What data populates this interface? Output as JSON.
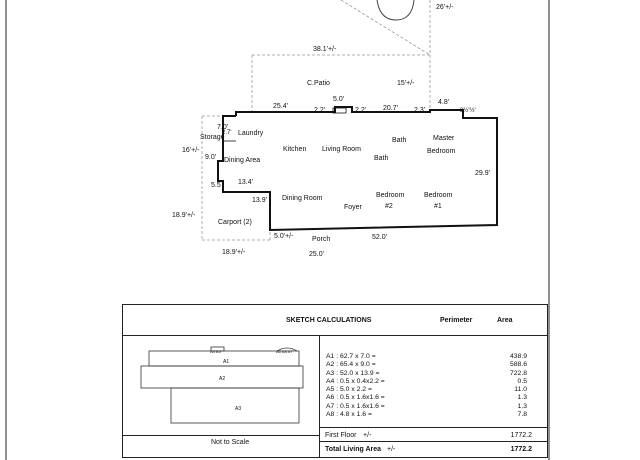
{
  "plan": {
    "dim_top_right": "26'+/-",
    "dim_overall": "38.1'+/-",
    "room_patio": "C.Patio",
    "dim_patio_side": "15'+/-",
    "dim_5_0": "5.0'",
    "dim_25_4": "25.4'",
    "dim_2_2a": "2.2'",
    "dim_2_2b": "2.2'",
    "dim_20_7": "20.7'",
    "dim_2_3": "2.3'",
    "dim_4_8": "4.8'",
    "dim_3_frac": "3½'½'",
    "dim_7_0": "7.0'",
    "dim_2_7": "2.7'",
    "room_storage": "Storage",
    "room_laundry": "Laundry",
    "dim_16": "16'+/-",
    "dim_9_0": "9.0'",
    "room_dining_area": "Dining Area",
    "room_kitchen": "Kitchen",
    "room_living": "Living Room",
    "room_bath1": "Bath",
    "room_bath2": "Bath",
    "room_master1": "Master",
    "room_master2": "Bedroom",
    "dim_29_9": "29.9'",
    "dim_5_5": "5.5",
    "dim_13_4": "13.4'",
    "dim_13_9": "13.9'",
    "room_dining_room": "Dining Room",
    "room_foyer": "Foyer",
    "room_bed2a": "Bedroom",
    "room_bed2b": "#2",
    "room_bed1a": "Bedroom",
    "room_bed1b": "#1",
    "dim_18_9_side": "18.9'+/-",
    "room_carport": "Carport (2)",
    "dim_5_0_pm": "5.0'+/-",
    "room_porch": "Porch",
    "dim_52_0": "52.0'",
    "dim_18_9_bottom": "18.9'+/-",
    "dim_25_0": "25.0'"
  },
  "calc": {
    "title": "SKETCH CALCULATIONS",
    "col_perimeter": "Perimeter",
    "col_area": "Area",
    "sketch_labels": {
      "a1": "A1",
      "a2": "A2",
      "a3": "A3",
      "a4": "A4 A5",
      "a6": "A6 A8 A7"
    },
    "not_to_scale": "Not to Scale",
    "rows": [
      {
        "formula": "A1 : 62.7 x 7.0 =",
        "value": "438.9"
      },
      {
        "formula": "A2 : 65.4 x 9.0 =",
        "value": "588.6"
      },
      {
        "formula": "A3 : 52.0 x 13.9 =",
        "value": "722.8"
      },
      {
        "formula": "A4 : 0.5 x 0.4x2.2 =",
        "value": "0.5"
      },
      {
        "formula": "A5 : 5.0 x 2.2 =",
        "value": "11.0"
      },
      {
        "formula": "A6 : 0.5 x 1.6x1.6 =",
        "value": "1.3"
      },
      {
        "formula": "A7 : 0.5 x 1.6x1.6 =",
        "value": "1.3"
      },
      {
        "formula": "A8 : 4.8 x 1.6 =",
        "value": "7.8"
      }
    ],
    "first_floor_label": "First Floor",
    "first_floor_pm": "+/-",
    "first_floor_value": "1772.2",
    "total_label": "Total Living Area",
    "total_pm": "+/-",
    "total_value": "1772.2"
  }
}
